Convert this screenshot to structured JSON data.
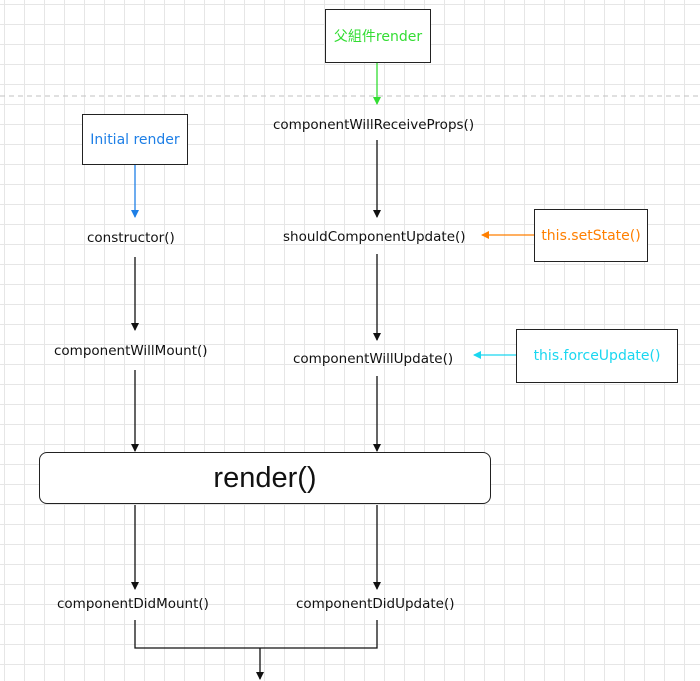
{
  "nodes": {
    "initial_render": "Initial render",
    "parent_render": "父組件render",
    "set_state": "this.setState()",
    "force_update": "this.forceUpdate()",
    "constructor": "constructor()",
    "component_will_mount": "componentWillMount()",
    "component_will_receive_props": "componentWillReceiveProps()",
    "should_component_update": "shouldComponentUpdate()",
    "component_will_update": "componentWillUpdate()",
    "render": "render()",
    "component_did_mount": "componentDidMount()",
    "component_did_update": "componentDidUpdate()"
  },
  "colors": {
    "initial_render": "#1e7fe6",
    "parent_render": "#33dd33",
    "set_state": "#ff7f00",
    "force_update": "#1ad7f0",
    "line": "#111111",
    "dashed_divider": "#c2c2c2"
  }
}
